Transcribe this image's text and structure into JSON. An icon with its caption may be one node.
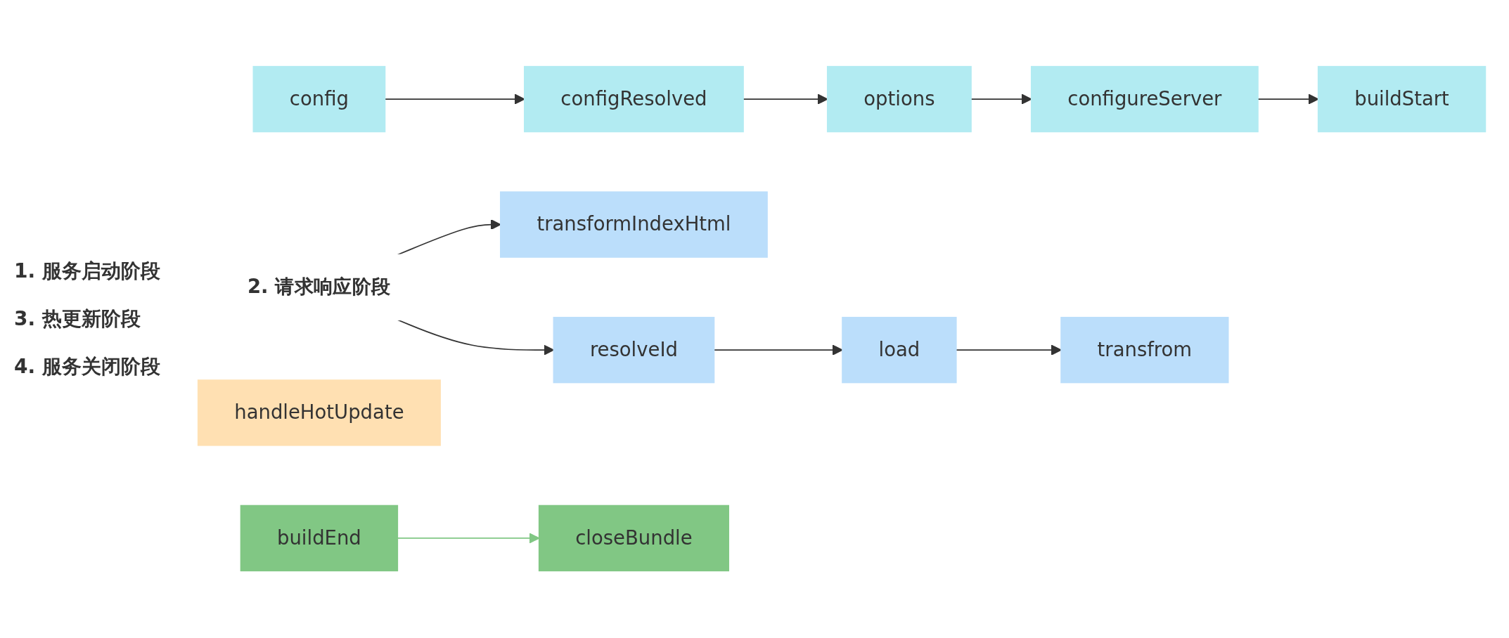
{
  "diagram": {
    "nodes": [
      {
        "text": [
          "config"
        ]
      },
      {
        "text": [
          "configResolved"
        ]
      },
      {
        "text": [
          "options"
        ]
      },
      {
        "text": [
          "configureServer"
        ]
      },
      {
        "text": [
          "buildStart"
        ]
      },
      {
        "text": [
          "2. 请求响应阶段"
        ]
      },
      {
        "text": [
          "transformIndexHtml"
        ]
      },
      {
        "text": [
          "resolveId"
        ]
      },
      {
        "text": [
          "load"
        ]
      },
      {
        "text": [
          "transfrom"
        ]
      },
      {
        "text": [
          "handleHotUpdate"
        ]
      },
      {
        "text": [
          "buildEnd"
        ]
      },
      {
        "text": [
          "closeBundle"
        ]
      }
    ],
    "edges": [
      {
        "from": 0,
        "to": 1,
        "arrow": "to"
      },
      {
        "from": 1,
        "to": 2,
        "arrow": "to"
      },
      {
        "from": 2,
        "to": 3,
        "arrow": "to"
      },
      {
        "from": 3,
        "to": 4,
        "arrow": "to"
      },
      {
        "from": 5,
        "to": 6,
        "arrow": "to"
      },
      {
        "from": 5,
        "to": 7,
        "arrow": "to"
      },
      {
        "from": 7,
        "to": 8,
        "arrow": "to"
      },
      {
        "from": 8,
        "to": 9,
        "arrow": "to"
      },
      {
        "from": 11,
        "to": 12,
        "arrow": "to",
        "color": "#81c784"
      }
    ],
    "labels": [
      "1. 服务启动阶段",
      "3. 热更新阶段",
      "4. 服务关闭阶段"
    ]
  }
}
